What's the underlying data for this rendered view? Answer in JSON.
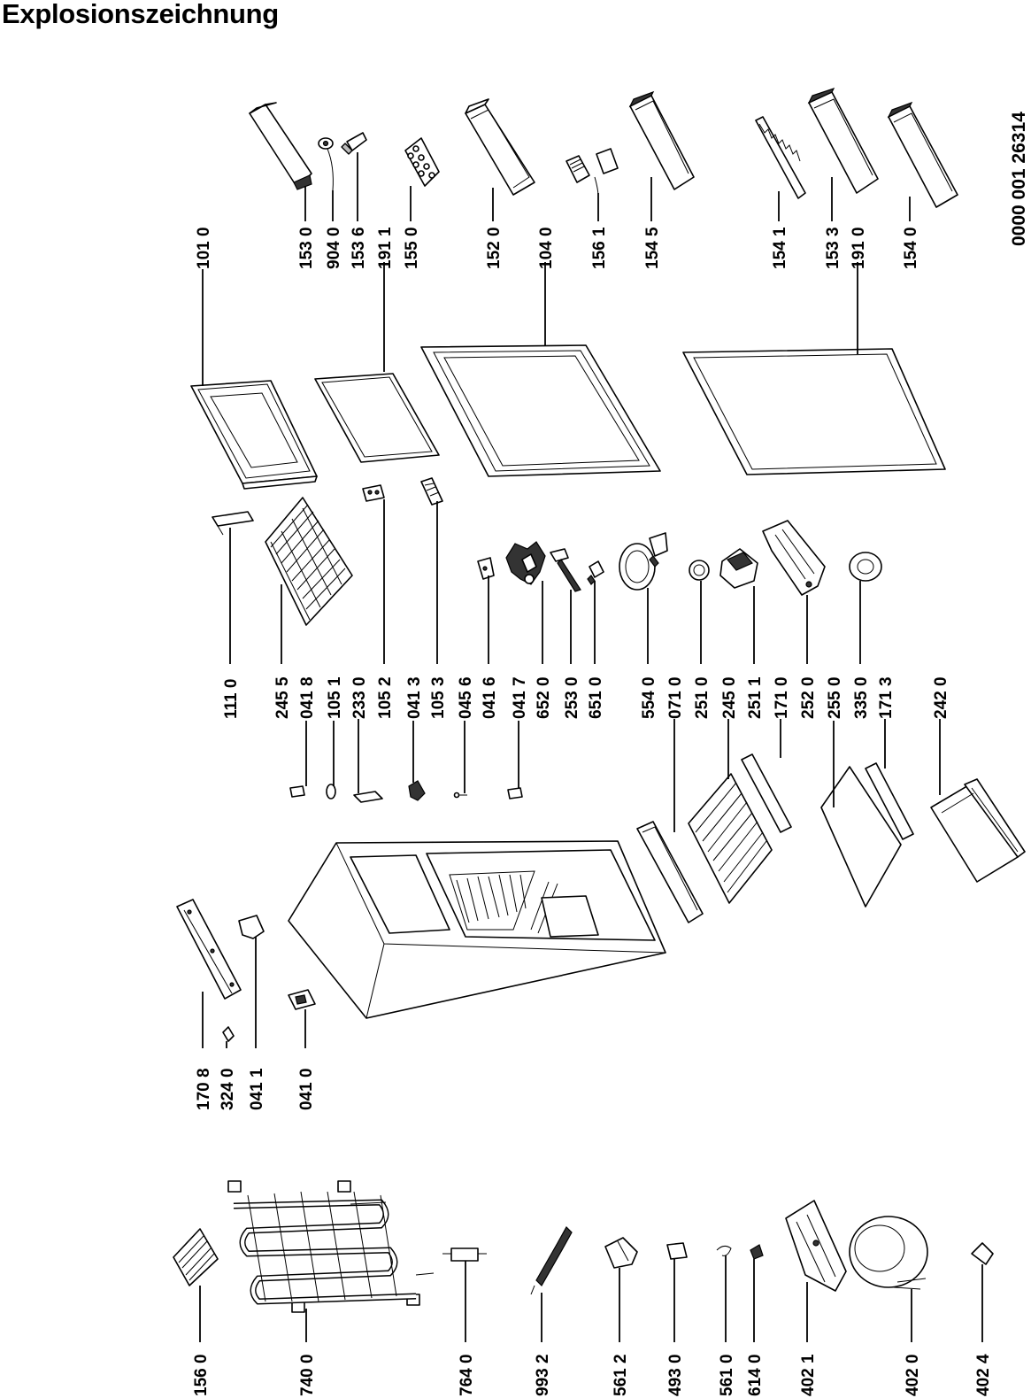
{
  "title": "Explosionszeichnung",
  "document_number": "0000 001 26314",
  "labels": {
    "p1530": "153 0",
    "p9040": "904 0",
    "p1536": "153 6",
    "p1911": "191 1",
    "p1550": "155 0",
    "p1520": "152 0",
    "p1040": "104 0",
    "p1561": "156 1",
    "p1545": "154 5",
    "p1541": "154 1",
    "p1533": "153 3",
    "p1910": "191 0",
    "p1540": "154 0",
    "p1010": "101 0",
    "p1110": "111 0",
    "p2455": "245 5",
    "p0418": "041 8",
    "p1051": "105 1",
    "p2330": "233 0",
    "p1052": "105 2",
    "p0413": "041 3",
    "p1053": "105 3",
    "p0456": "045 6",
    "p0416": "041 6",
    "p0417": "041 7",
    "p6520": "652 0",
    "p2530": "253 0",
    "p6510": "651 0",
    "p5540": "554 0",
    "p0710": "071 0",
    "p2510": "251 0",
    "p2450": "245 0",
    "p2511": "251 1",
    "p1710": "171 0",
    "p2520": "252 0",
    "p2550": "255 0",
    "p3350": "335 0",
    "p1713": "171 3",
    "p2420": "242 0",
    "p1708": "170 8",
    "p3240": "324 0",
    "p0411": "041 1",
    "p0410": "041 0",
    "p1560": "156 0",
    "p7400": "740 0",
    "p7640": "764 0",
    "p9932": "993 2",
    "p5612": "561 2",
    "p4930": "493 0",
    "p5610": "561 0",
    "p6140": "614 0",
    "p4021": "402 1",
    "p4020": "402 0",
    "p4024": "402 4"
  }
}
